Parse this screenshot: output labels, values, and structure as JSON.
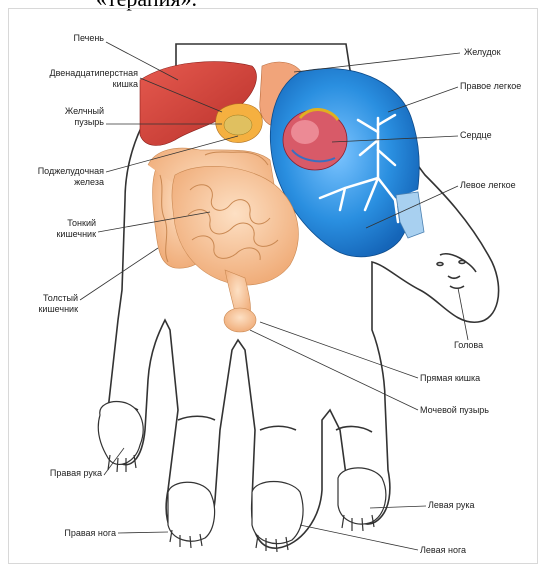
{
  "caption": "«терапия».",
  "labels": {
    "liver": "Печень",
    "duodenum_1": "Двенадцатиперстная",
    "duodenum_2": "кишка",
    "gallbladder_1": "Желчный",
    "gallbladder_2": "пузырь",
    "pancreas_1": "Поджелудочная",
    "pancreas_2": "железа",
    "small_intestine_1": "Тонкий",
    "small_intestine_2": "кишечник",
    "large_intestine_1": "Толстый",
    "large_intestine_2": "кишечник",
    "right_arm": "Правая рука",
    "right_leg": "Правая нога",
    "stomach": "Желудок",
    "right_lung": "Правое легкое",
    "heart": "Сердце",
    "left_lung": "Левое легкое",
    "head": "Голова",
    "rectum": "Прямая кишка",
    "bladder": "Мочевой пузырь",
    "left_arm": "Левая рука",
    "left_leg": "Левая нога"
  },
  "colors": {
    "liver": "#d8433a",
    "lungs": "#2a8fe0",
    "intestine": "#f2b98a",
    "outline": "#333333"
  }
}
